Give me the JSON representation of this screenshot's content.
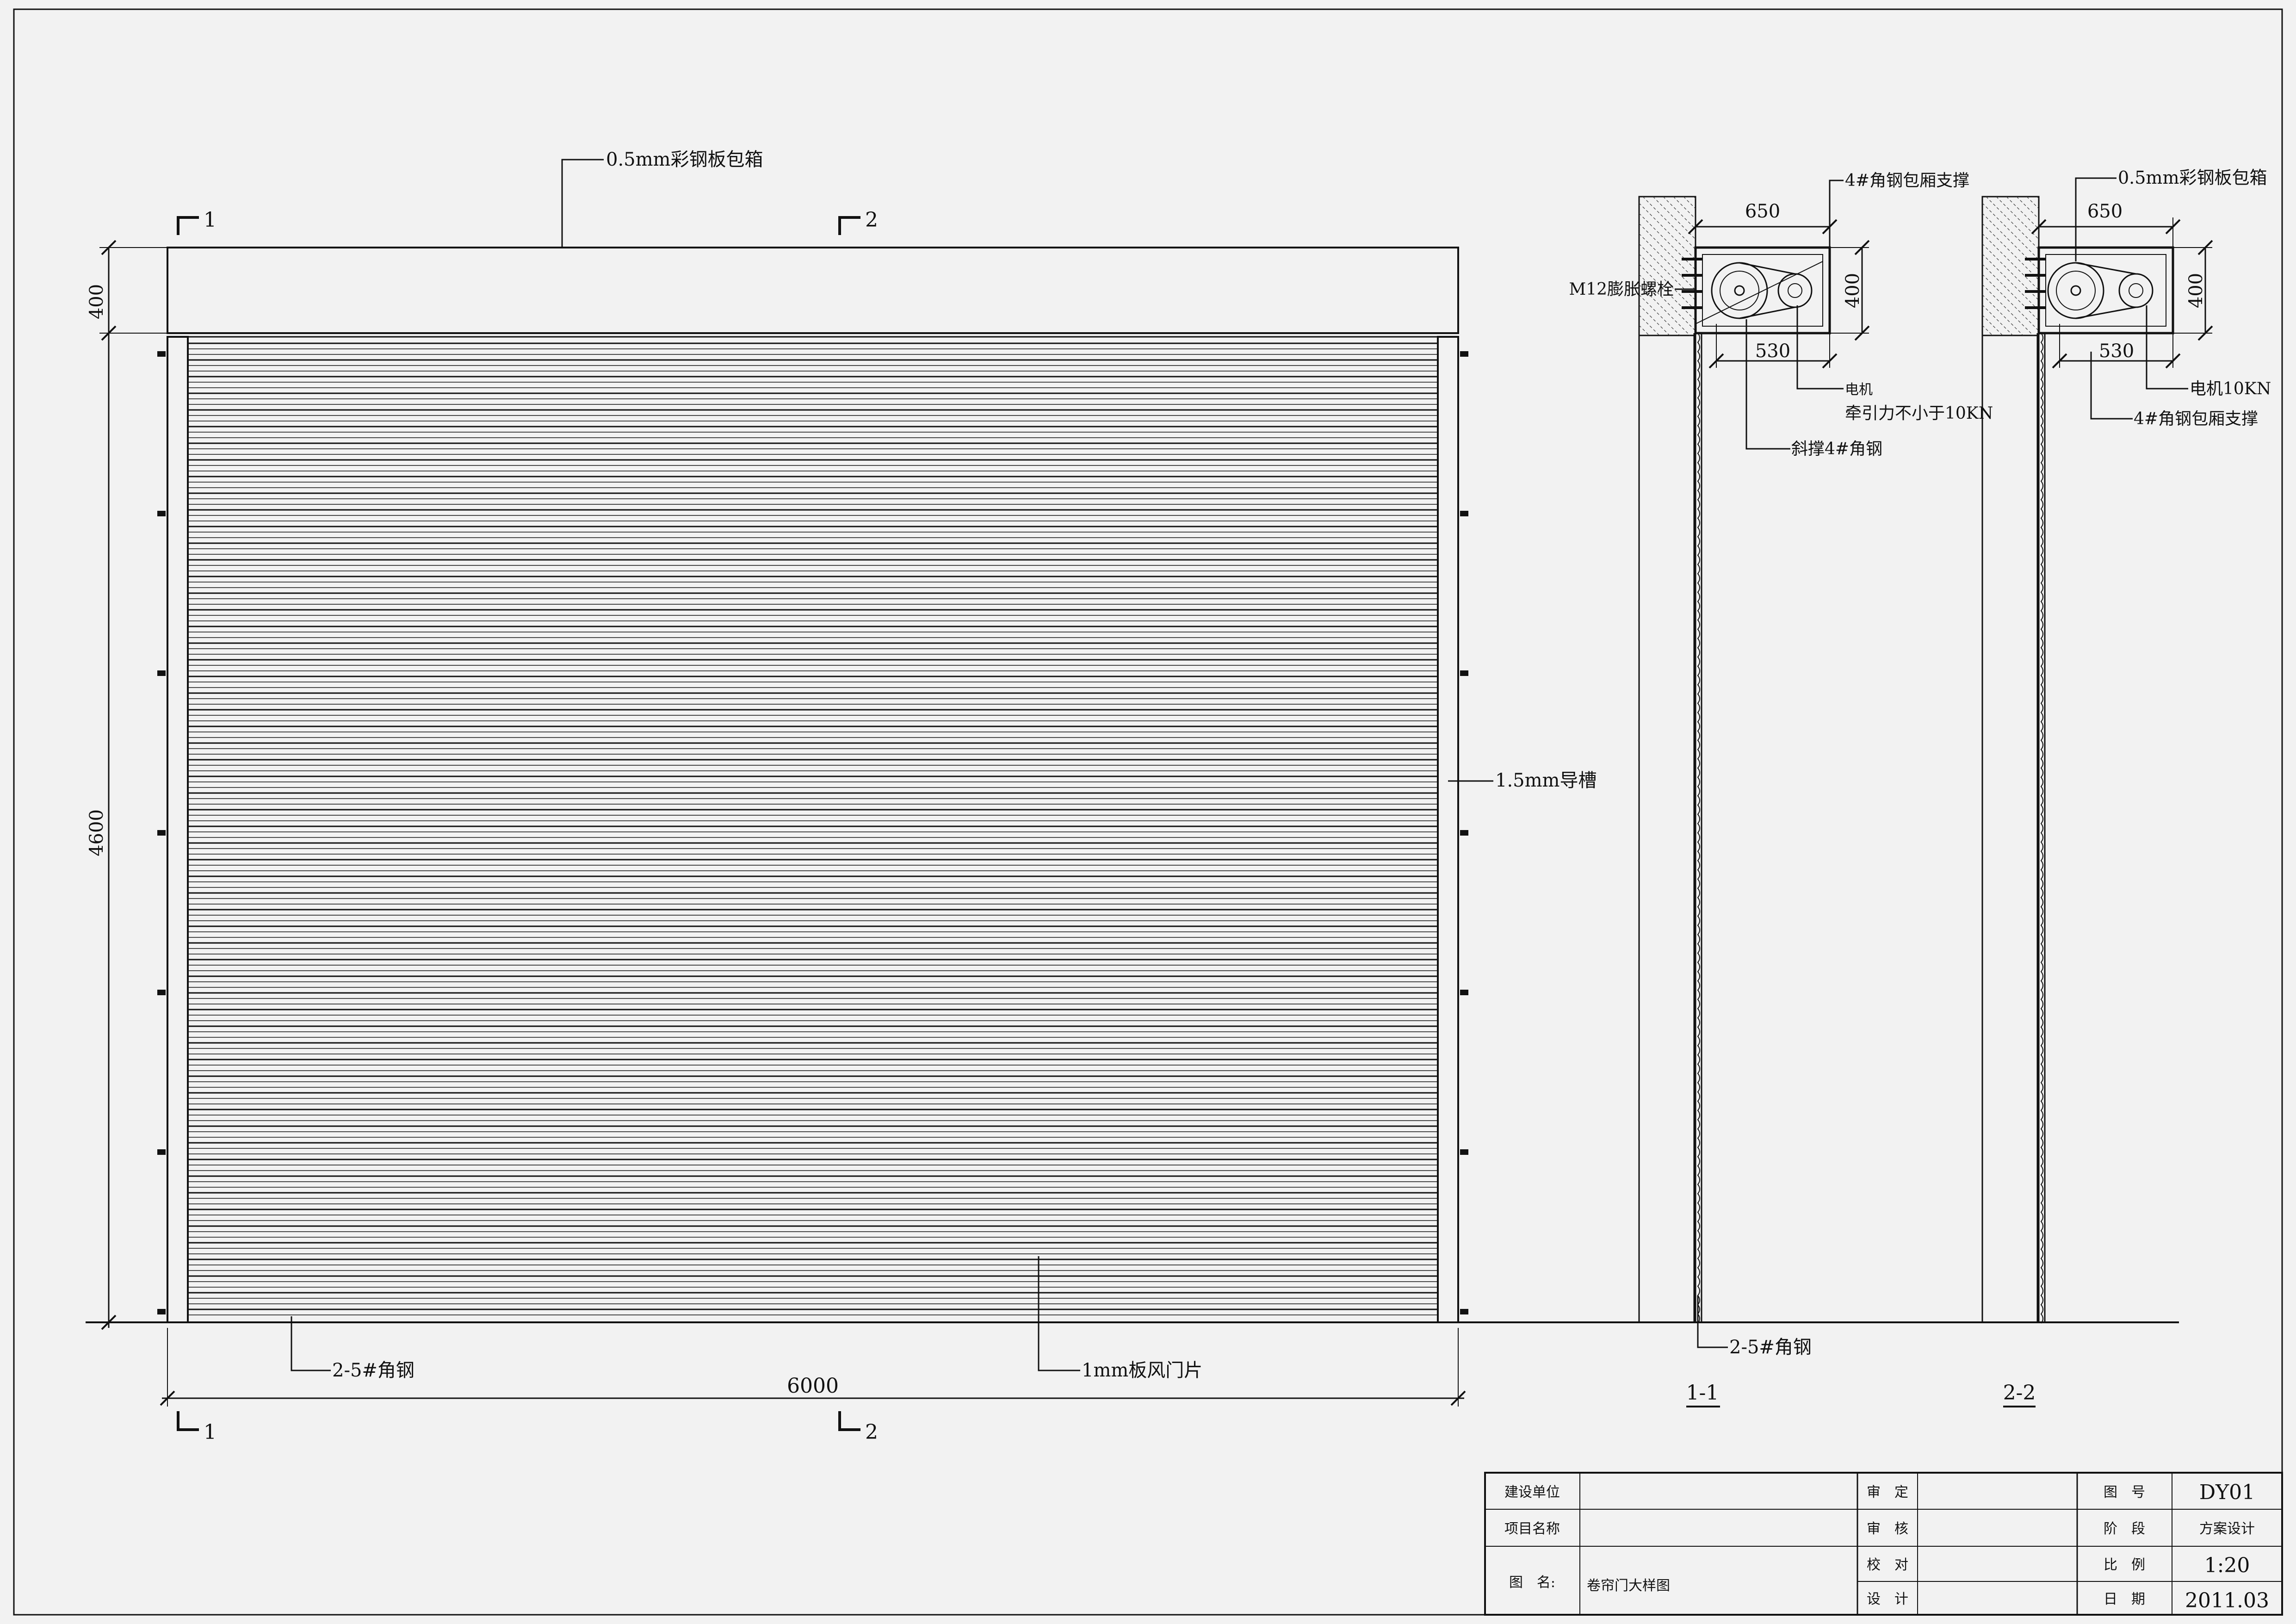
{
  "elevation": {
    "top_label": "0.5mm彩钢板包箱",
    "section_mark_left": "1",
    "section_mark_right": "2",
    "dim_box_height": "400",
    "dim_door_height": "4600",
    "dim_width": "6000",
    "guide_label": "1.5mm导槽",
    "angle_label": "2-5#角钢",
    "slat_label": "1mm板风门片"
  },
  "section_1": {
    "title": "1-1",
    "dim_top": "650",
    "dim_bottom": "530",
    "dim_height": "400",
    "label_bracket": "4#角钢包厢支撑",
    "label_bolt": "M12膨胀螺栓",
    "label_motor": "电机",
    "label_traction": "牵引力不小于10KN",
    "label_slant": "斜撑4#角钢",
    "label_angle": "2-5#角钢"
  },
  "section_2": {
    "title": "2-2",
    "dim_top": "650",
    "dim_bottom": "530",
    "dim_height": "400",
    "label_box": "0.5mm彩钢板包箱",
    "label_motor": "电机10KN",
    "label_bracket": "4#角钢包厢支撑"
  },
  "title_block": {
    "build_unit_label": "建设单位",
    "project_label": "项目名称",
    "drawing_name_label": "图　名:",
    "drawing_name_value": "卷帘门大样图",
    "approve_label": "审　定",
    "review_label": "审　核",
    "check_label": "校　对",
    "design_label": "设　计",
    "drawing_no_label": "图　号",
    "drawing_no_value": "DY01",
    "stage_label": "阶　段",
    "stage_value": "方案设计",
    "scale_label": "比　例",
    "scale_value": "1:20",
    "date_label": "日　期",
    "date_value": "2011.03"
  }
}
